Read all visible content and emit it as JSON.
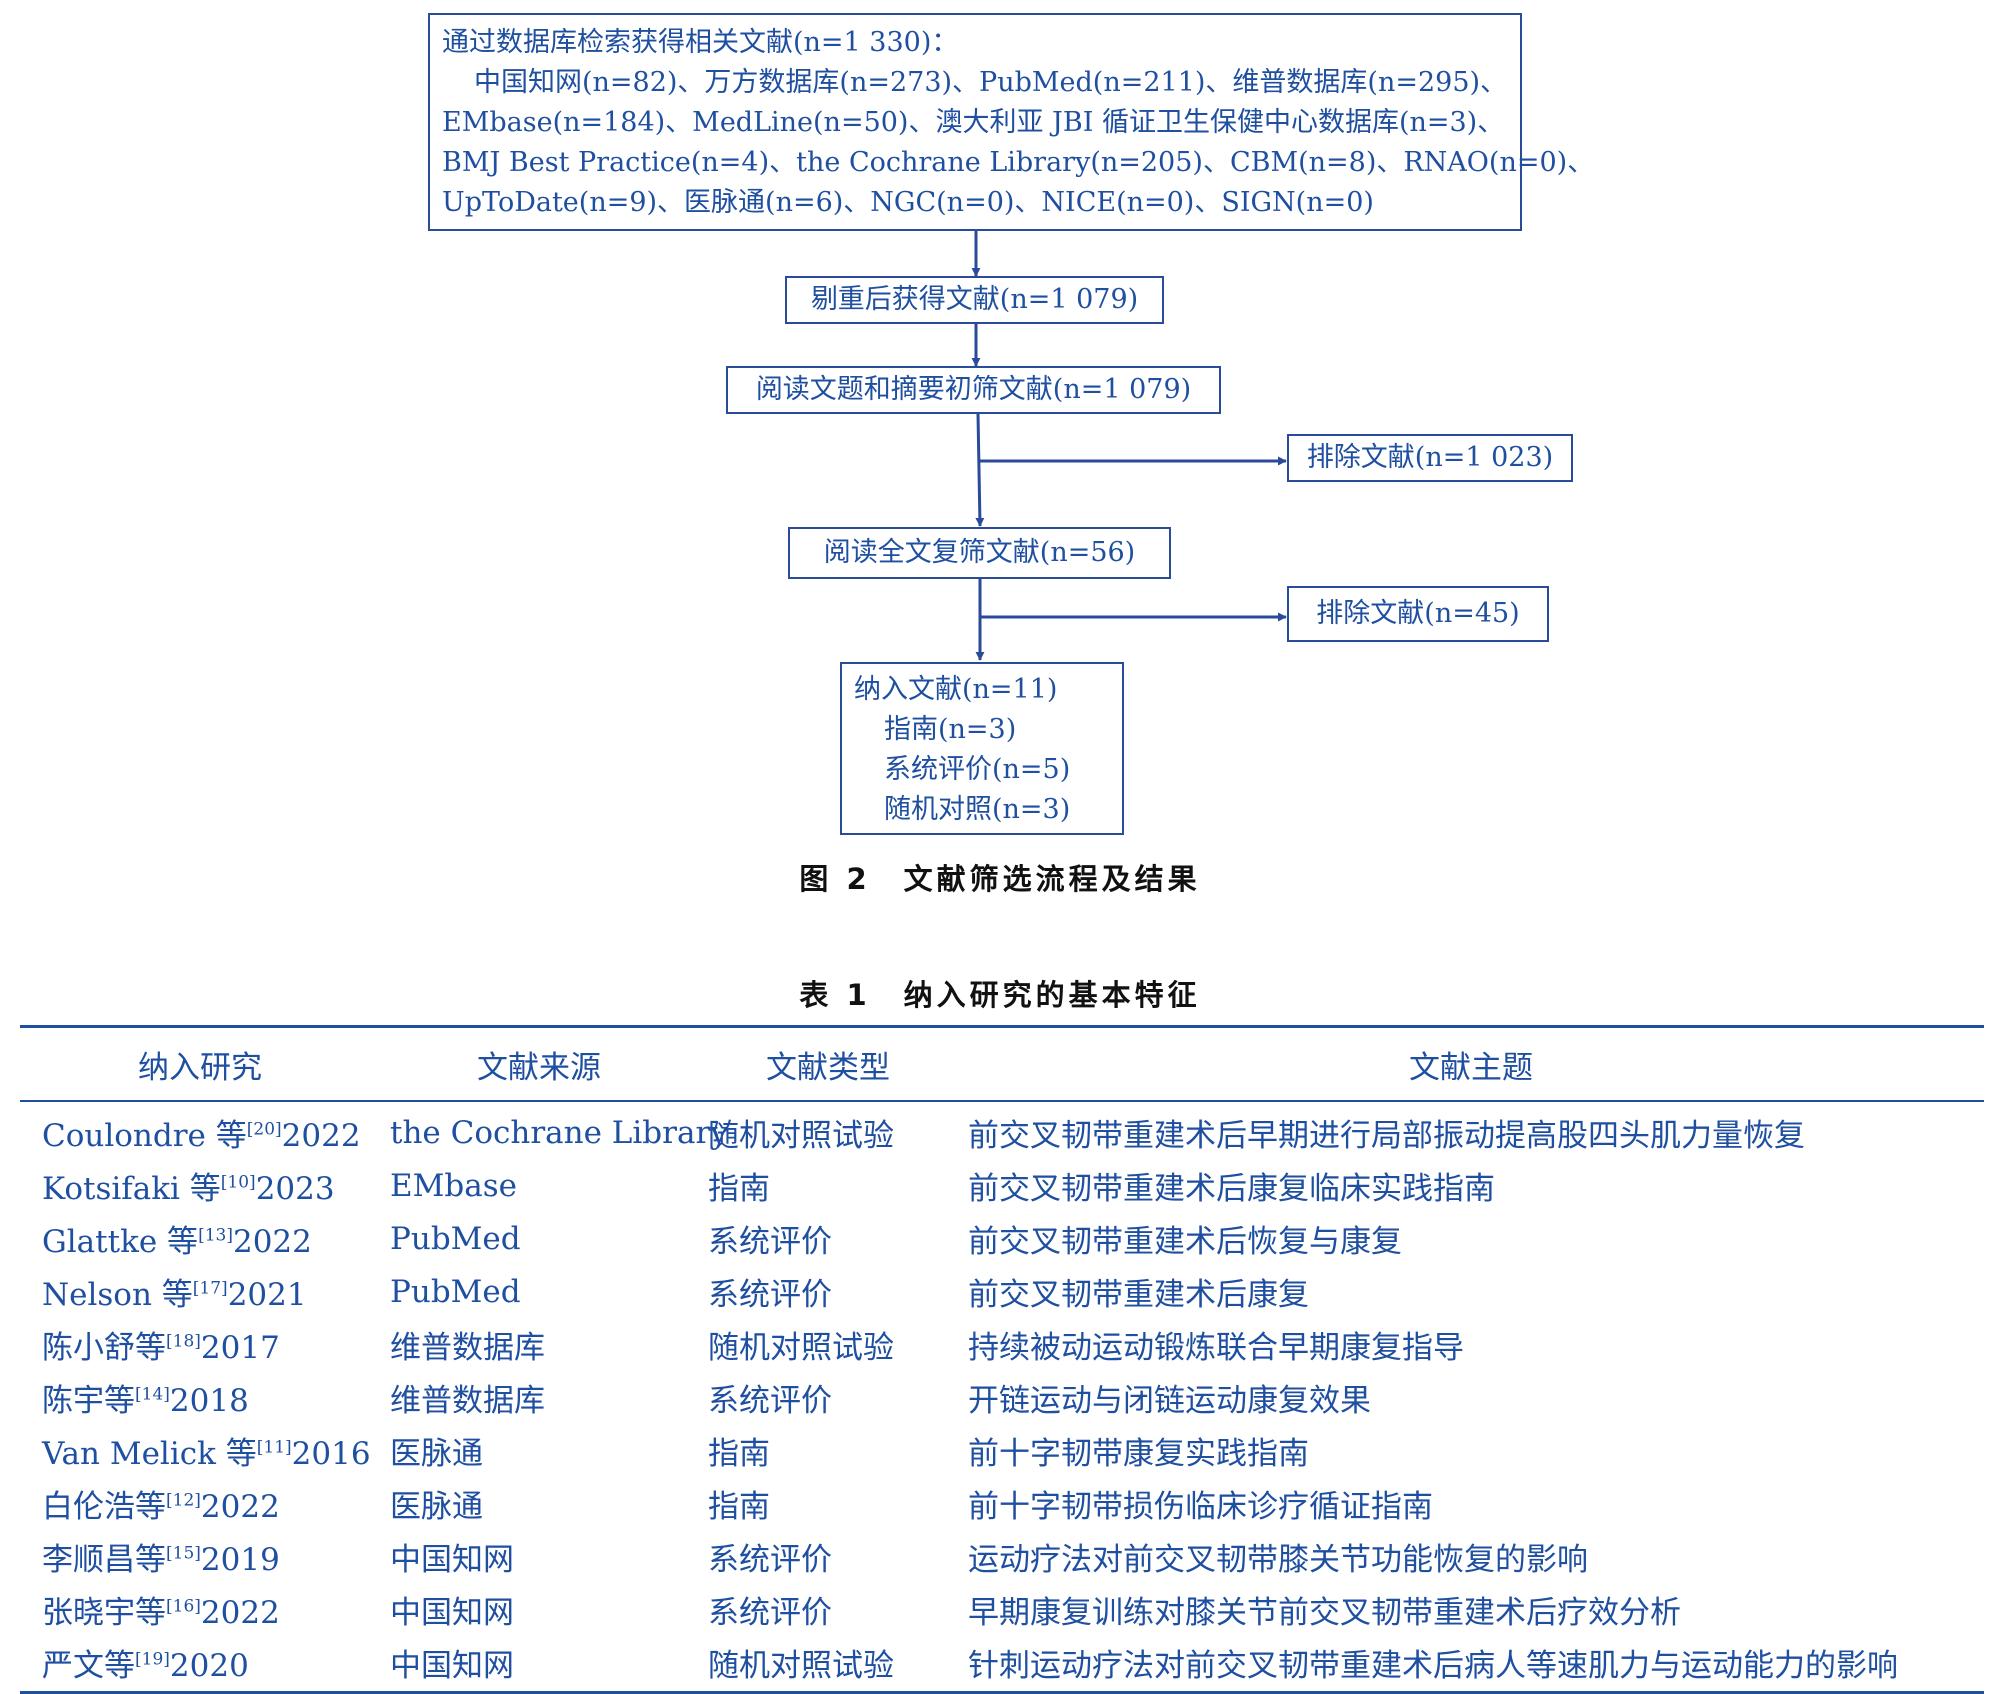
{
  "flowchart": {
    "search_box": {
      "line1": "通过数据库检索获得相关文献(n=1 330)：",
      "line2": "中国知网(n=82)、万方数据库(n=273)、PubMed(n=211)、维普数据库(n=295)、",
      "line3": "EMbase(n=184)、MedLine(n=50)、澳大利亚 JBI 循证卫生保健中心数据库(n=3)、",
      "line4": "BMJ Best Practice(n=4)、the Cochrane Library(n=205)、CBM(n=8)、RNAO(n=0)、",
      "line5": "UpToDate(n=9)、医脉通(n=6)、NGC(n=0)、NICE(n=0)、SIGN(n=0)"
    },
    "dedup_box": "剔重后获得文献(n=1 079)",
    "title_abstract_box": "阅读文题和摘要初筛文献(n=1 079)",
    "exclude1_box": "排除文献(n=1 023)",
    "fulltext_box": "阅读全文复筛文献(n=56)",
    "exclude2_box": "排除文献(n=45)",
    "include_box": {
      "line1": "纳入文献(n=11)",
      "line2": "指南(n=3)",
      "line3": "系统评价(n=5)",
      "line4": "随机对照(n=3)"
    },
    "caption": "图 2　文献筛选流程及结果"
  },
  "table": {
    "caption": "表 1　纳入研究的基本特征",
    "headers": [
      "纳入研究",
      "文献来源",
      "文献类型",
      "文献主题"
    ],
    "rows": [
      {
        "study": "Coulondre 等",
        "ref": "[20]",
        "year": "2022",
        "source": "the Cochrane Library",
        "type": "随机对照试验",
        "topic": "前交叉韧带重建术后早期进行局部振动提高股四头肌力量恢复"
      },
      {
        "study": "Kotsifaki 等",
        "ref": "[10]",
        "year": "2023",
        "source": "EMbase",
        "type": "指南",
        "topic": "前交叉韧带重建术后康复临床实践指南"
      },
      {
        "study": "Glattke 等",
        "ref": "[13]",
        "year": "2022",
        "source": "PubMed",
        "type": "系统评价",
        "topic": "前交叉韧带重建术后恢复与康复"
      },
      {
        "study": "Nelson 等",
        "ref": "[17]",
        "year": "2021",
        "source": "PubMed",
        "type": "系统评价",
        "topic": "前交叉韧带重建术后康复"
      },
      {
        "study": "陈小舒等",
        "ref": "[18]",
        "year": "2017",
        "source": "维普数据库",
        "type": "随机对照试验",
        "topic": "持续被动运动锻炼联合早期康复指导"
      },
      {
        "study": "陈宇等",
        "ref": "[14]",
        "year": "2018",
        "source": "维普数据库",
        "type": "系统评价",
        "topic": "开链运动与闭链运动康复效果"
      },
      {
        "study": "Van Melick 等",
        "ref": "[11]",
        "year": "2016",
        "source": "医脉通",
        "type": "指南",
        "topic": "前十字韧带康复实践指南"
      },
      {
        "study": "白伦浩等",
        "ref": "[12]",
        "year": "2022",
        "source": "医脉通",
        "type": "指南",
        "topic": "前十字韧带损伤临床诊疗循证指南"
      },
      {
        "study": "李顺昌等",
        "ref": "[15]",
        "year": "2019",
        "source": "中国知网",
        "type": "系统评价",
        "topic": "运动疗法对前交叉韧带膝关节功能恢复的影响"
      },
      {
        "study": "张晓宇等",
        "ref": "[16]",
        "year": "2022",
        "source": "中国知网",
        "type": "系统评价",
        "topic": "早期康复训练对膝关节前交叉韧带重建术后疗效分析"
      },
      {
        "study": "严文等",
        "ref": "[19]",
        "year": "2020",
        "source": "中国知网",
        "type": "随机对照试验",
        "topic": "针刺运动疗法对前交叉韧带重建术后病人等速肌力与运动能力的影响"
      }
    ]
  }
}
